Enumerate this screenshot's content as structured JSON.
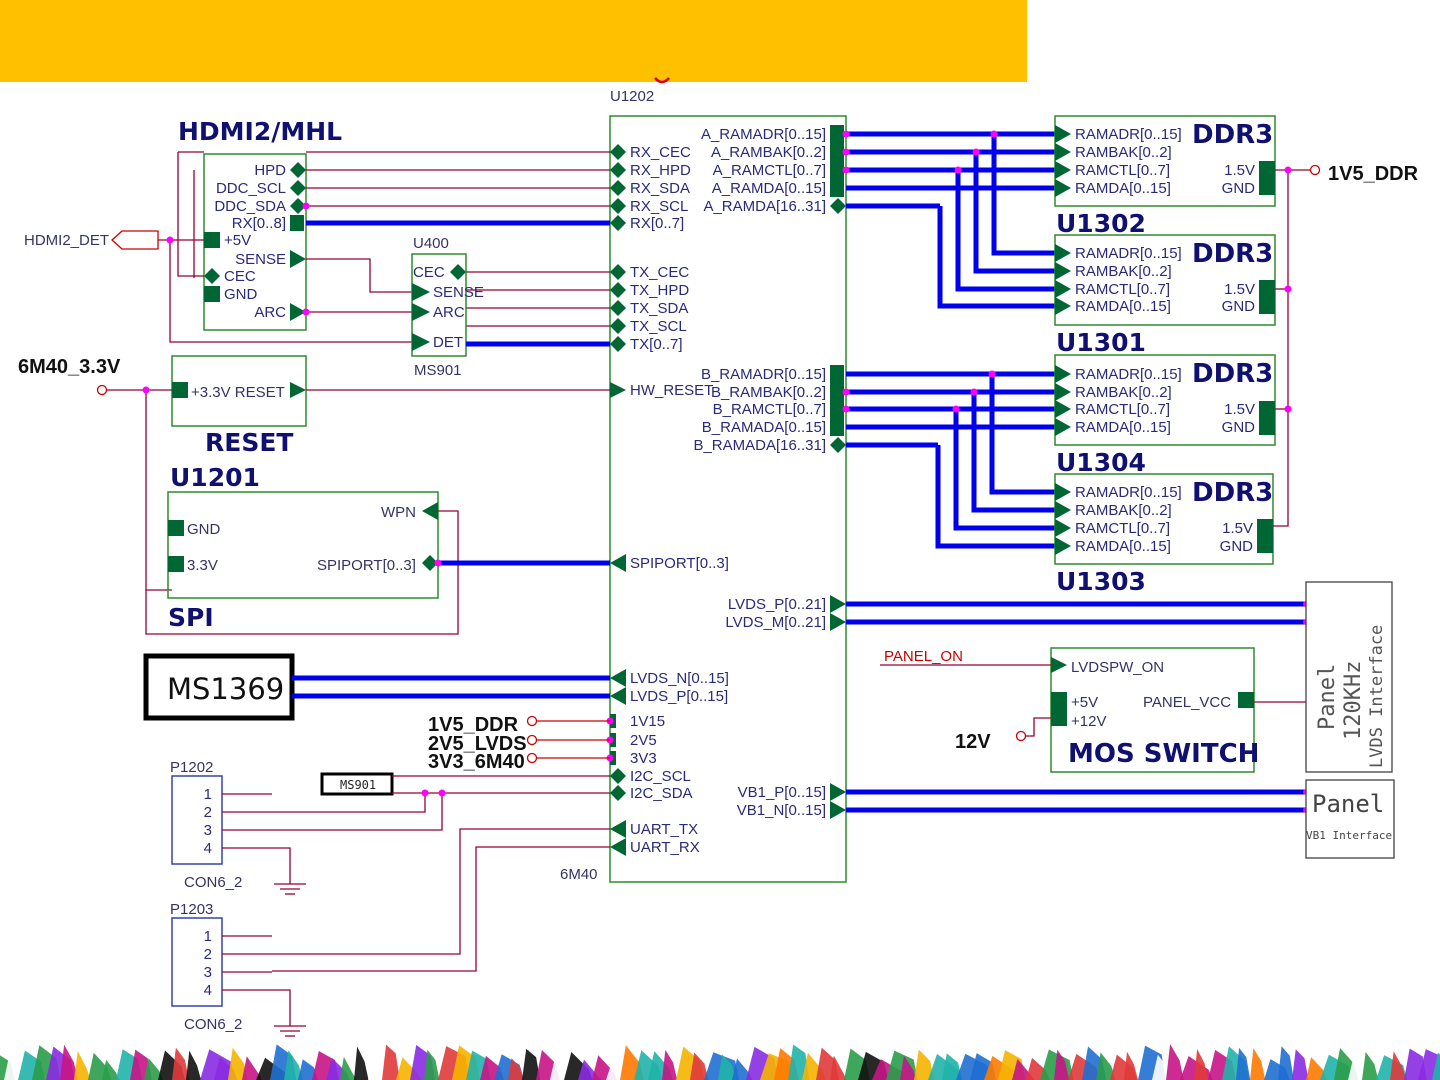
{
  "colors": {
    "header_bar": "#ffc000",
    "wire_red": "#990033",
    "bus_blue": "#0000ee",
    "pin_green": "#006633",
    "box_green": "#2e8b2e",
    "junction": "#ff00ff",
    "label_navy": "#101070"
  },
  "hdmi": {
    "title": "HDMI2/MHL",
    "pins_right": [
      "HPD",
      "DDC_SCL",
      "DDC_SDA",
      "RX[0..8]",
      "SENSE",
      "ARC"
    ],
    "pins_left": [
      "+5V",
      "CEC",
      "GND"
    ],
    "det_net": "HDMI2_DET"
  },
  "u400": {
    "ref": "U400",
    "part": "MS901",
    "pins": [
      "CEC",
      "SENSE",
      "ARC",
      "DET"
    ]
  },
  "reset": {
    "title": "RESET",
    "pin": "+3.3V RESET",
    "net": "6M40_3.3V"
  },
  "spi": {
    "ref": "U1201",
    "title": "SPI",
    "pins": [
      "WPN",
      "GND",
      "3.3V",
      "SPIPORT[0..3]"
    ]
  },
  "ms1369": {
    "label": "MS1369"
  },
  "main": {
    "ref": "U1202",
    "part": "6M40",
    "left_pins": [
      "RX_CEC",
      "RX_HPD",
      "RX_SDA",
      "RX_SCL",
      "RX[0..7]",
      "TX_CEC",
      "TX_HPD",
      "TX_SDA",
      "TX_SCL",
      "TX[0..7]",
      "HW_RESET",
      "SPIPORT[0..3]",
      "LVDS_N[0..15]",
      "LVDS_P[0..15]",
      "1V15",
      "2V5",
      "3V3",
      "I2C_SCL",
      "I2C_SDA",
      "UART_TX",
      "UART_RX"
    ],
    "right_pins": [
      "A_RAMADR[0..15]",
      "A_RAMBAK[0..2]",
      "A_RAMCTL[0..7]",
      "A_RAMDA[0..15]",
      "A_RAMDA[16..31]",
      "B_RAMADR[0..15]",
      "B_RAMBAK[0..2]",
      "B_RAMCTL[0..7]",
      "B_RAMADA[0..15]",
      "B_RAMADA[16..31]",
      "LVDS_P[0..21]",
      "LVDS_M[0..21]",
      "VB1_P[0..15]",
      "VB1_N[0..15]"
    ]
  },
  "power_nets": [
    "1V5_DDR",
    "2V5_LVDS",
    "3V3_6M40"
  ],
  "ddr": {
    "type": "DDR3",
    "pins_left": [
      "RAMADR[0..15]",
      "RAMBAK[0..2]",
      "RAMCTL[0..7]",
      "RAMDA[0..15]"
    ],
    "pins_right": [
      "1.5V",
      "GND"
    ],
    "refs": [
      "U1302",
      "U1301",
      "U1304",
      "U1303"
    ],
    "net": "1V5_DDR"
  },
  "mos": {
    "title": "MOS SWITCH",
    "pins": [
      "LVDSPW_ON",
      "+5V",
      "+12V",
      "PANEL_VCC"
    ],
    "panel_on": "PANEL_ON",
    "supply": "12V"
  },
  "panel_lvds": {
    "line1": "Panel",
    "line2": "120KHz",
    "line3": "LVDS Interface"
  },
  "panel_vb1": {
    "line1": "Panel",
    "line2": "VB1 Interface"
  },
  "connectors": [
    {
      "ref": "P1202",
      "part": "CON6_2",
      "pins": [
        "1",
        "2",
        "3",
        "4"
      ]
    },
    {
      "ref": "P1203",
      "part": "CON6_2",
      "pins": [
        "1",
        "2",
        "3",
        "4"
      ]
    }
  ],
  "ms901_small": "MS901"
}
